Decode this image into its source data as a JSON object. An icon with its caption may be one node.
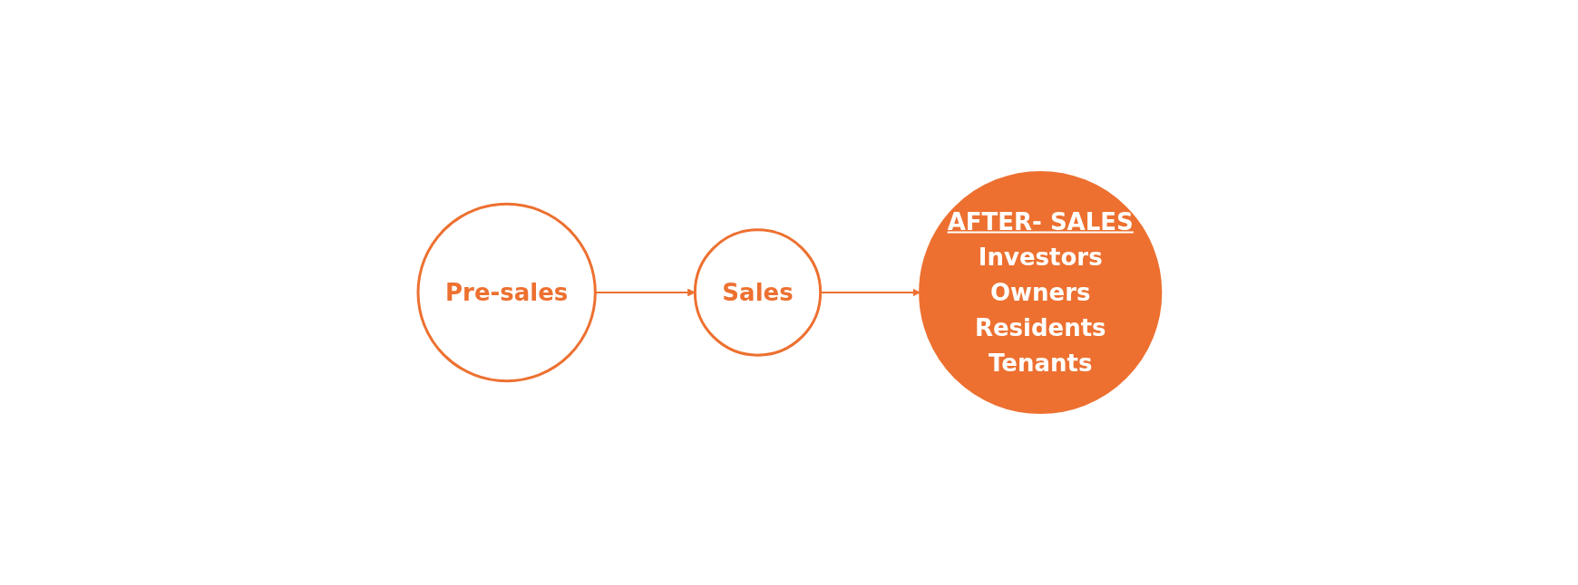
{
  "diagram": {
    "nodes": [
      {
        "text": [
          "Pre-sales"
        ]
      },
      {
        "text": [
          "Sales"
        ]
      },
      {
        "text": [
          "AFTER- SALES",
          "Investors",
          "Owners",
          "Residents",
          "Tenants"
        ]
      }
    ],
    "edges": [
      {
        "from": 0,
        "to": 1,
        "arrow": "to"
      },
      {
        "from": 1,
        "to": 2,
        "arrow": "to"
      }
    ]
  }
}
